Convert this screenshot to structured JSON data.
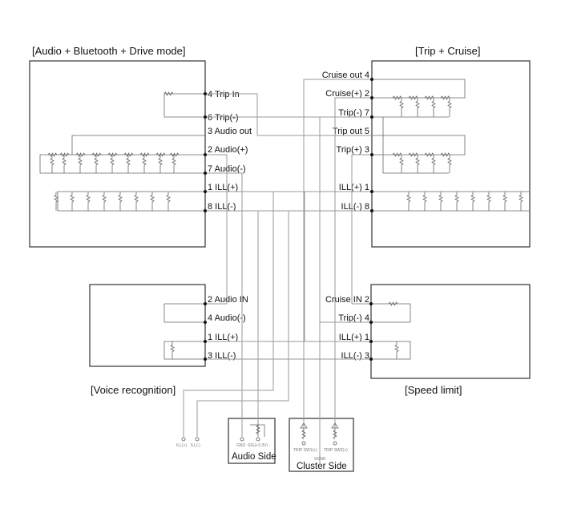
{
  "modules": {
    "audio": {
      "title": "[Audio + Bluetooth + Drive mode]",
      "pins": [
        "4 Trip In",
        "6 Trip(-)",
        "3 Audio out",
        "2 Audio(+)",
        "7 Audio(-)",
        "1 ILL(+)",
        "8 ILL(-)"
      ]
    },
    "trip": {
      "title": "[Trip + Cruise]",
      "pins": [
        "Cruise out 4",
        "Cruise(+) 2",
        "Trip(-) 7",
        "Trip out 5",
        "Trip(+) 3",
        "ILL(+) 1",
        "ILL(-) 8"
      ]
    },
    "voice": {
      "title": "[Voice recognition]",
      "pins": [
        "2 Audio IN",
        "4 Audio(-)",
        "1 ILL(+)",
        "3 ILL(-)"
      ]
    },
    "speed": {
      "title": "[Speed limit]",
      "pins": [
        "Cruise IN 2",
        "Trip(-) 4",
        "ILL(+) 1",
        "ILL(-) 3"
      ]
    },
    "audio_side": {
      "title": "Audio Side",
      "terminals": [
        "GND",
        "SIG(+3.3V)"
      ]
    },
    "cluster_side": {
      "title": "Cluster Side",
      "terminals": [
        "TRIP SW1(+)",
        "TRIP SW2(+)",
        "SGND"
      ]
    },
    "ill_terminals": [
      "ILL(+)",
      "ILL(-)"
    ]
  }
}
